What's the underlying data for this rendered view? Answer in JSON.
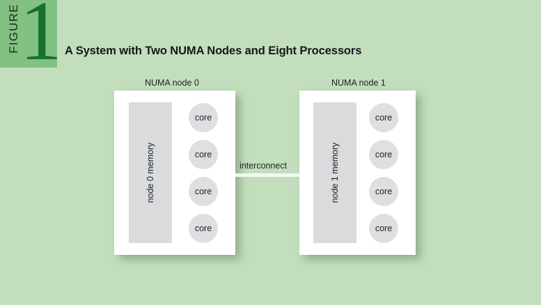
{
  "figure": {
    "badge_word": "FIGURE",
    "badge_number": "1",
    "title": "A System with Two NUMA Nodes and Eight Processors",
    "background_color": "#c2debc",
    "badge_color": "#82c182",
    "number_color": "#18702f"
  },
  "diagram": {
    "interconnect_label": "interconnect",
    "nodes": [
      {
        "label": "NUMA node 0",
        "memory_label": "node 0 memory",
        "cores": [
          {
            "label": "core"
          },
          {
            "label": "core"
          },
          {
            "label": "core"
          },
          {
            "label": "core"
          }
        ]
      },
      {
        "label": "NUMA node 1",
        "memory_label": "node 1 memory",
        "cores": [
          {
            "label": "core"
          },
          {
            "label": "core"
          },
          {
            "label": "core"
          },
          {
            "label": "core"
          }
        ]
      }
    ]
  }
}
